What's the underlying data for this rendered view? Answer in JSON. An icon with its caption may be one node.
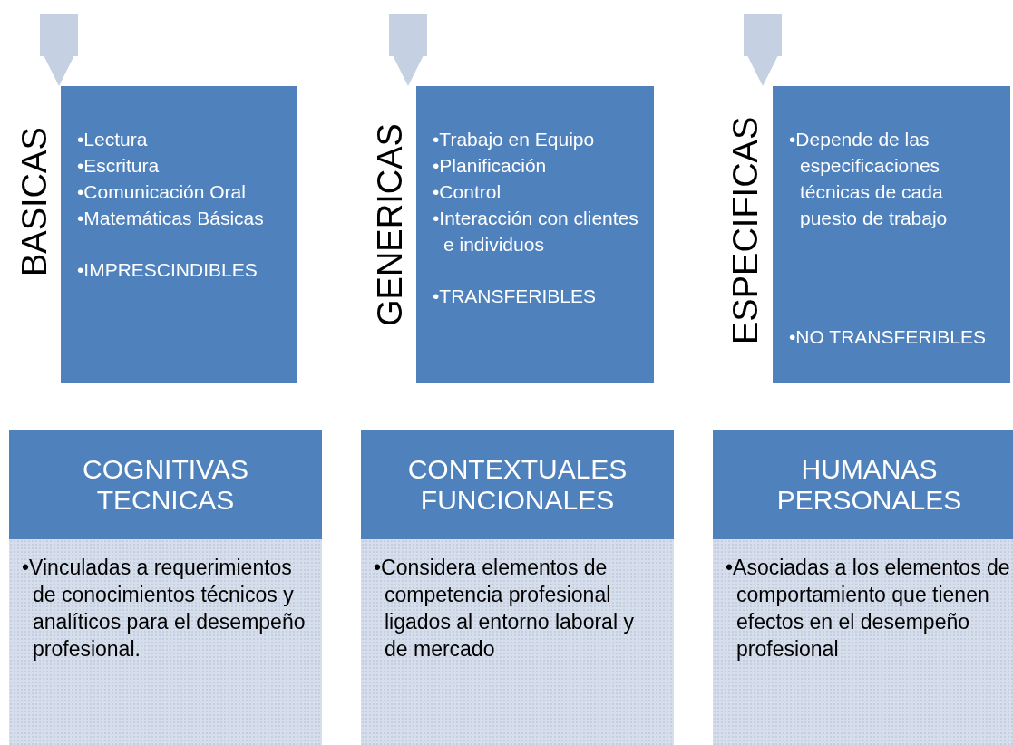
{
  "diagram": {
    "nodes": [
      {
        "text": [
          "BASICAS",
          "•Lectura",
          "•Escritura",
          "•Comunicación Oral",
          "•Matemáticas Básicas",
          "•IMPRESCINDIBLES"
        ]
      },
      {
        "text": [
          "GENERICAS",
          "•Trabajo en Equipo",
          "•Planificación",
          "•Control",
          "•Interacción con clientes e individuos",
          "•TRANSFERIBLES"
        ]
      },
      {
        "text": [
          "ESPECIFICAS",
          "•Depende de las especificaciones técnicas de cada puesto de trabajo",
          "•NO TRANSFERIBLES"
        ]
      },
      {
        "text": [
          "COGNITIVAS TECNICAS"
        ]
      },
      {
        "text": [
          "•Vinculadas  a requerimientos de conocimientos técnicos y analíticos para el desempeño profesional."
        ]
      },
      {
        "text": [
          "CONTEXTUALES FUNCIONALES"
        ]
      },
      {
        "text": [
          "•Considera elementos de competencia profesional ligados al entorno laboral y de mercado"
        ]
      },
      {
        "text": [
          "HUMANAS PERSONALES"
        ]
      },
      {
        "text": [
          "•Asociadas a los elementos de comportamiento que tienen efectos en el desempeño profesional"
        ]
      }
    ],
    "edges": [
      {
        "from": null,
        "to": 0,
        "arrow": "to"
      },
      {
        "from": null,
        "to": 1,
        "arrow": "to"
      },
      {
        "from": null,
        "to": 2,
        "arrow": "to"
      }
    ]
  }
}
